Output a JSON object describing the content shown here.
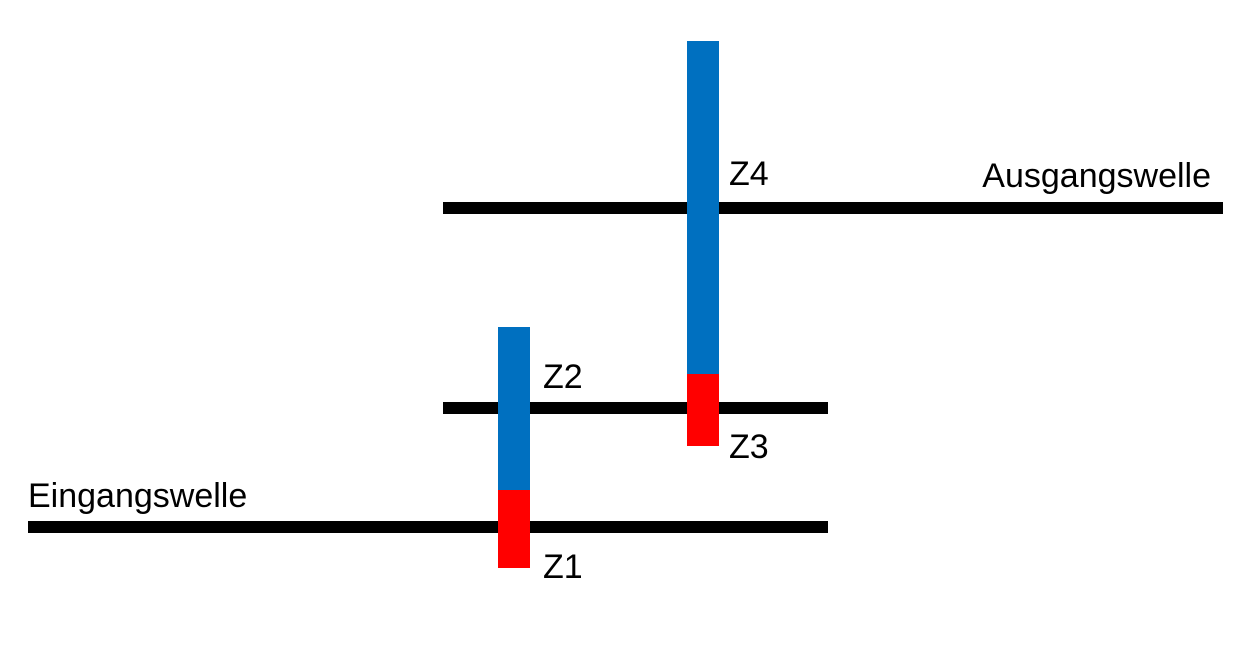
{
  "diagram": {
    "shafts": {
      "input": {
        "label": "Eingangswelle"
      },
      "intermediate": {
        "label": ""
      },
      "output": {
        "label": "Ausgangswelle"
      }
    },
    "gears": [
      {
        "id": "z1",
        "label": "Z1",
        "color": "#ff0000"
      },
      {
        "id": "z2",
        "label": "Z2",
        "color": "#0070c0"
      },
      {
        "id": "z3",
        "label": "Z3",
        "color": "#ff0000"
      },
      {
        "id": "z4",
        "label": "Z4",
        "color": "#0070c0"
      }
    ],
    "colors": {
      "shaft": "#000000",
      "small_gear": "#ff0000",
      "large_gear": "#0070c0"
    }
  }
}
